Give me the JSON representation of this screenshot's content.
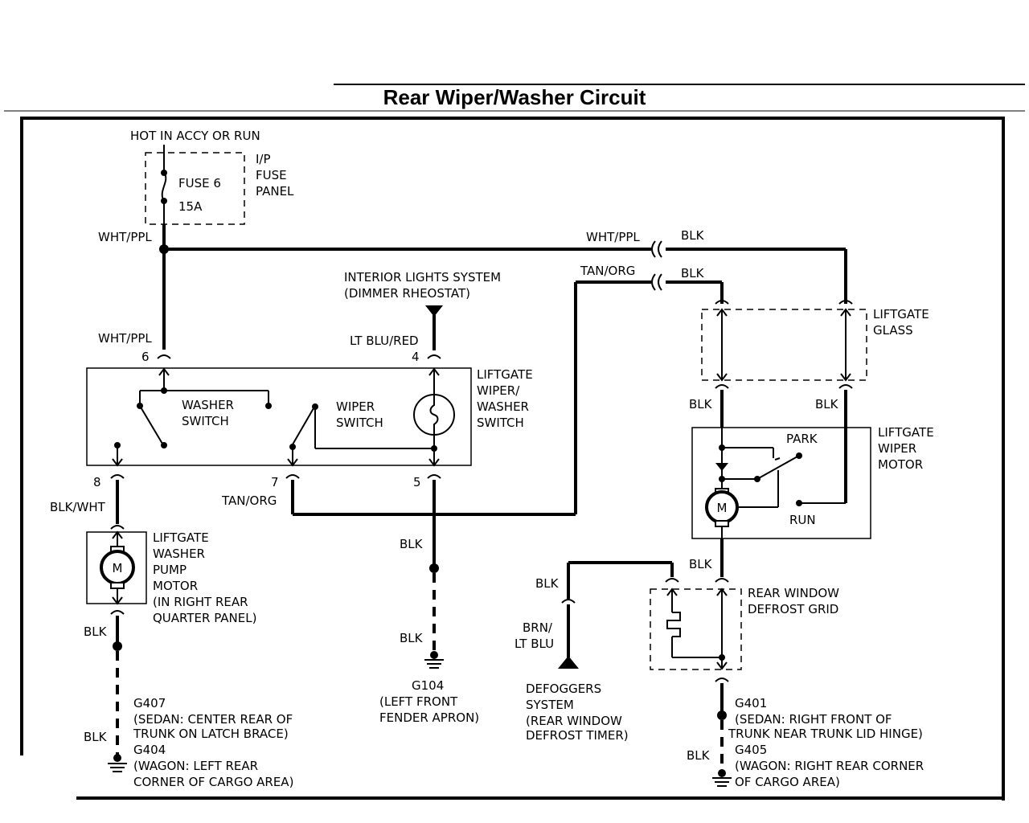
{
  "title": "Rear Wiper/Washer Circuit",
  "power": {
    "hot_label": "HOT IN ACCY OR RUN",
    "fuse_name": "FUSE 6",
    "fuse_rating": "15A",
    "panel_label": [
      "I/P",
      "FUSE",
      "PANEL"
    ]
  },
  "wires": {
    "wht_ppl": "WHT/PPL",
    "blk": "BLK",
    "tan_org": "TAN/ORG",
    "lt_blu_red": "LT BLU/RED",
    "blk_wht": "BLK/WHT",
    "brn_lt_blu": [
      "BRN/",
      "LT BLU"
    ]
  },
  "switch": {
    "label": [
      "LIFTGATE",
      "WIPER/",
      "WASHER",
      "SWITCH"
    ],
    "washer_switch": [
      "WASHER",
      "SWITCH"
    ],
    "wiper_switch": [
      "WIPER",
      "SWITCH"
    ],
    "pins": {
      "p6": "6",
      "p4": "4",
      "p8": "8",
      "p7": "7",
      "p5": "5"
    }
  },
  "interior_lights": [
    "INTERIOR LIGHTS SYSTEM",
    "(DIMMER RHEOSTAT)"
  ],
  "washer_pump": {
    "label": [
      "LIFTGATE",
      "WASHER",
      "PUMP",
      "MOTOR",
      "(IN RIGHT REAR",
      "QUARTER PANEL)"
    ],
    "motor_symbol": "M"
  },
  "liftgate_glass": [
    "LIFTGATE",
    "GLASS"
  ],
  "wiper_motor": {
    "label": [
      "LIFTGATE",
      "WIPER",
      "MOTOR"
    ],
    "park": "PARK",
    "run": "RUN",
    "motor_symbol": "M"
  },
  "defrost_grid": [
    "REAR WINDOW",
    "DEFROST GRID"
  ],
  "defoggers": [
    "DEFOGGERS",
    "SYSTEM",
    "(REAR WINDOW",
    "DEFROST TIMER)"
  ],
  "grounds": {
    "g104": [
      "G104",
      "(LEFT FRONT",
      "FENDER APRON)"
    ],
    "g407": [
      "G407",
      "(SEDAN: CENTER REAR OF",
      "TRUNK ON LATCH BRACE)"
    ],
    "g404": [
      "G404",
      "(WAGON: LEFT REAR",
      "CORNER OF CARGO AREA)"
    ],
    "g401": [
      "G401",
      "(SEDAN: RIGHT FRONT OF",
      "TRUNK NEAR TRUNK LID HINGE)"
    ],
    "g405": [
      "G405",
      "(WAGON: RIGHT REAR CORNER",
      "OF CARGO AREA)"
    ]
  }
}
